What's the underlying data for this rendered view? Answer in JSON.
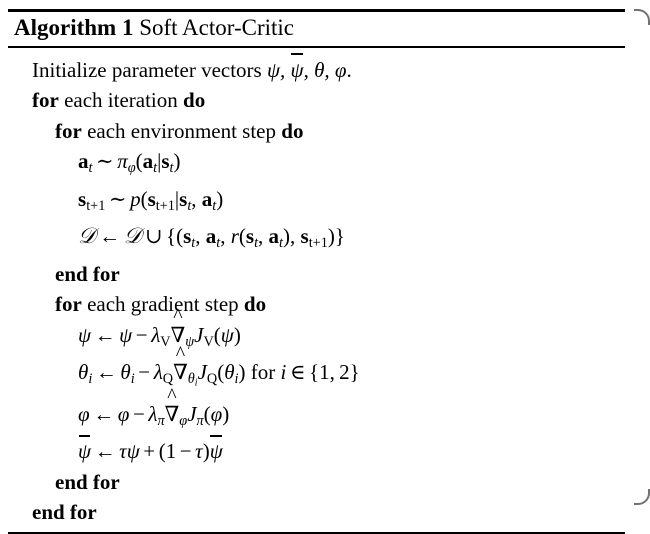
{
  "algorithm": {
    "label": "Algorithm 1",
    "name": "Soft Actor-Critic",
    "lines": [
      {
        "id": "initialize",
        "indent": 1,
        "text": "Initialize parameter vectors ψ, ψ̄, θ, φ."
      },
      {
        "id": "for-each-iteration",
        "indent": 1,
        "text": "for each iteration do"
      },
      {
        "id": "for-each-environment-step",
        "indent": 2,
        "text": "for each environment step do"
      },
      {
        "id": "sample-action",
        "indent": 3,
        "text": "a_t ~ π_φ(a_t|s_t)"
      },
      {
        "id": "sample-next-state",
        "indent": 3,
        "text": "s_{t+1} ~ p(s_{t+1}|s_t, a_t)"
      },
      {
        "id": "update-replay-buffer",
        "indent": 3,
        "text": "D ← D ∪ {(s_t, a_t, r(s_t, a_t), s_{t+1})}"
      },
      {
        "id": "end-for-environment-step",
        "indent": 2,
        "text": "end for"
      },
      {
        "id": "for-each-gradient-step",
        "indent": 2,
        "text": "for each gradient step do"
      },
      {
        "id": "update-psi",
        "indent": 3,
        "text": "ψ ← ψ − λ_V ∇̂_ψ J_V(ψ)"
      },
      {
        "id": "update-theta",
        "indent": 3,
        "text": "θ_i ← θ_i − λ_Q ∇̂_θ_i J_Q(θ_i) for i ∈ {1, 2}"
      },
      {
        "id": "update-phi",
        "indent": 3,
        "text": "φ ← φ − λ_π ∇̂_φ J_π(φ)"
      },
      {
        "id": "update-target-psi",
        "indent": 3,
        "text": "ψ̄ ← τψ + (1 − τ)ψ̄"
      },
      {
        "id": "end-for-gradient-step",
        "indent": 2,
        "text": "end for"
      },
      {
        "id": "end-for-iteration",
        "indent": 1,
        "text": "end for"
      }
    ],
    "keywords": {
      "for": "for",
      "do": "do",
      "end_for": "end for",
      "each": "each",
      "iteration": "iteration",
      "environment_step": "environment step",
      "gradient_step": "gradient step",
      "initialize_prefix": "Initialize parameter vectors",
      "for_i_in": "for"
    },
    "symbols": {
      "psi": "ψ",
      "psi_bar": "ψ̄",
      "theta": "θ",
      "phi": "φ",
      "pi": "π",
      "tau": "τ",
      "lambda": "λ",
      "nabla_hat": "∇̂",
      "script_d": "𝒟",
      "sim": "∼",
      "leftarrow": "←",
      "cup": "∪",
      "in": "∈",
      "minus": "−",
      "plus": "+",
      "mid": "|"
    },
    "colors": {
      "text": "#000000",
      "background": "#ffffff",
      "rule": "#000000"
    }
  }
}
